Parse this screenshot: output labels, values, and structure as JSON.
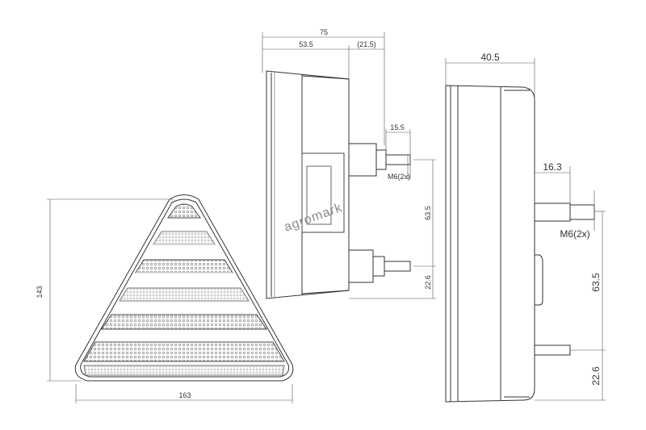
{
  "front_view": {
    "height": "143",
    "width": "163"
  },
  "side_view_1": {
    "total_depth": "75",
    "body_depth": "53.5",
    "bolt_depth": "(21.5)",
    "stud_length": "15.5",
    "thread": "M6(2x)",
    "stud_spacing": "63.5",
    "stud_offset": "22.6"
  },
  "side_view_2": {
    "body_depth": "40.5",
    "stud_length": "16.3",
    "thread": "M6(2x)",
    "stud_spacing": "63.5",
    "stud_offset": "22.6"
  },
  "watermark": "agromark"
}
